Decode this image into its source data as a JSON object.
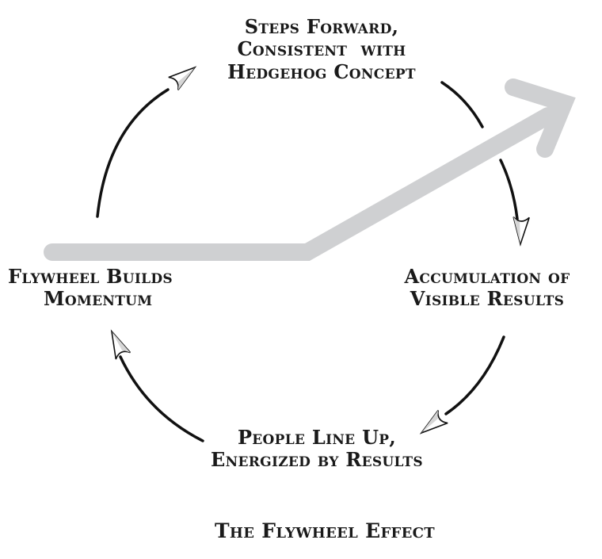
{
  "diagram": {
    "title": "The Flywheel Effect",
    "nodes": [
      {
        "id": "steps-forward",
        "lines": [
          "Steps Forward,",
          "Consistent  with",
          "Hedgehog Concept"
        ]
      },
      {
        "id": "accumulation",
        "lines": [
          "Accumulation of",
          "Visible Results"
        ]
      },
      {
        "id": "people-line-up",
        "lines": [
          "People Line Up,",
          "Energized by Results"
        ]
      },
      {
        "id": "flywheel-builds",
        "lines": [
          "Flywheel Builds",
          "Momentum"
        ]
      }
    ],
    "cycle_order": [
      "flywheel-builds",
      "steps-forward",
      "accumulation",
      "people-line-up",
      "flywheel-builds"
    ],
    "colors": {
      "text": "#1a1a1a",
      "arc": "#111111",
      "growth_arrow": "#cfd0d2",
      "arrowhead_fill": "#d6d6d6"
    },
    "growth_arrow": {
      "meaning": "momentum-trend-upward"
    }
  }
}
